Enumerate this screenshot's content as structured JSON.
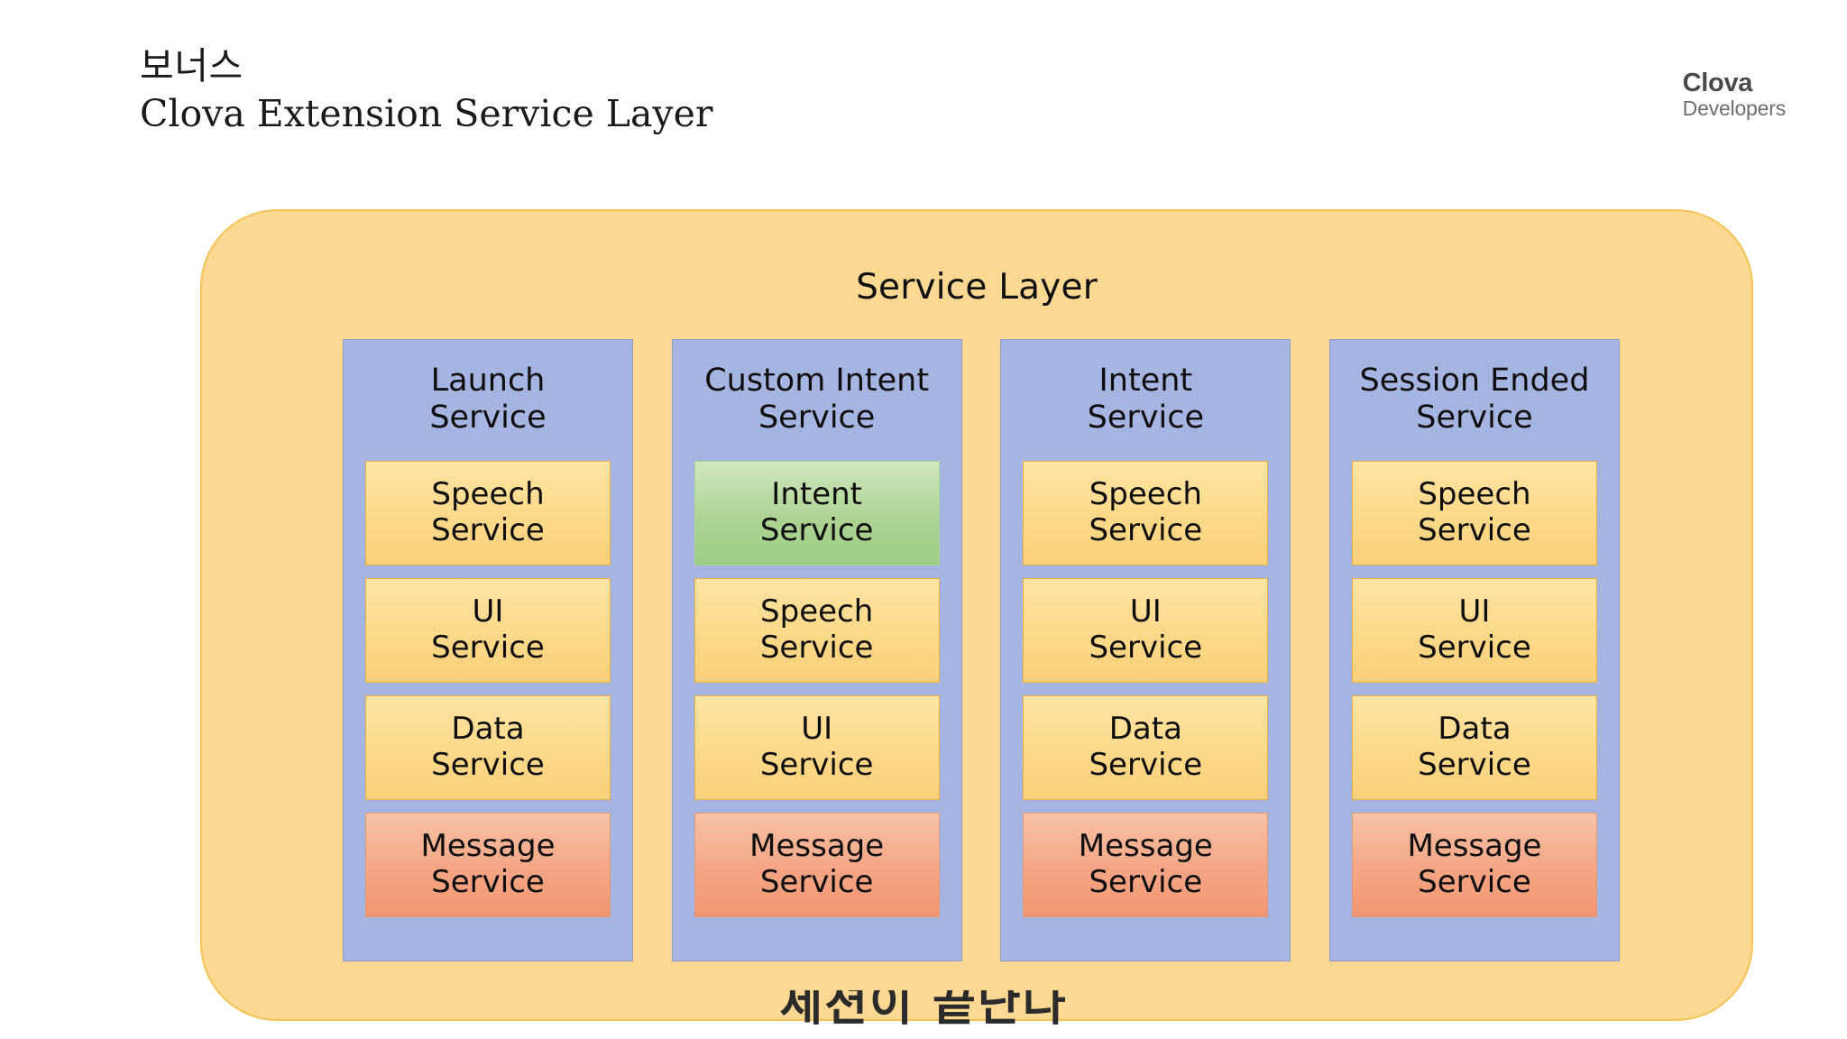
{
  "header": {
    "title_korean": "보너스",
    "title_english": "Clova Extension Service Layer",
    "brand_name": "Clova",
    "brand_sub": "Developers"
  },
  "diagram": {
    "layer_title": "Service Layer",
    "colors": {
      "layer_background": "#fbd992",
      "layer_border": "#f5c355",
      "column_background": "#a6b4e2",
      "column_border": "#8c9ac9",
      "box_yellow": "#fcd98a",
      "box_green": "#aed394",
      "box_salmon": "#f4a585"
    },
    "columns": [
      {
        "title": "Launch\nService",
        "boxes": [
          {
            "label": "Speech\nService",
            "color": "yellow"
          },
          {
            "label": "UI\nService",
            "color": "yellow"
          },
          {
            "label": "Data\nService",
            "color": "yellow"
          },
          {
            "label": "Message\nService",
            "color": "salmon"
          }
        ]
      },
      {
        "title": "Custom Intent\nService",
        "boxes": [
          {
            "label": "Intent\nService",
            "color": "green"
          },
          {
            "label": "Speech\nService",
            "color": "yellow"
          },
          {
            "label": "UI\nService",
            "color": "yellow"
          },
          {
            "label": "Message\nService",
            "color": "salmon"
          }
        ]
      },
      {
        "title": "Intent\nService",
        "boxes": [
          {
            "label": "Speech\nService",
            "color": "yellow"
          },
          {
            "label": "UI\nService",
            "color": "yellow"
          },
          {
            "label": "Data\nService",
            "color": "yellow"
          },
          {
            "label": "Message\nService",
            "color": "salmon"
          }
        ]
      },
      {
        "title": "Session Ended\nService",
        "boxes": [
          {
            "label": "Speech\nService",
            "color": "yellow"
          },
          {
            "label": "UI\nService",
            "color": "yellow"
          },
          {
            "label": "Data\nService",
            "color": "yellow"
          },
          {
            "label": "Message\nService",
            "color": "salmon"
          }
        ]
      }
    ]
  },
  "bottom_caption": "세션이 끝난다"
}
